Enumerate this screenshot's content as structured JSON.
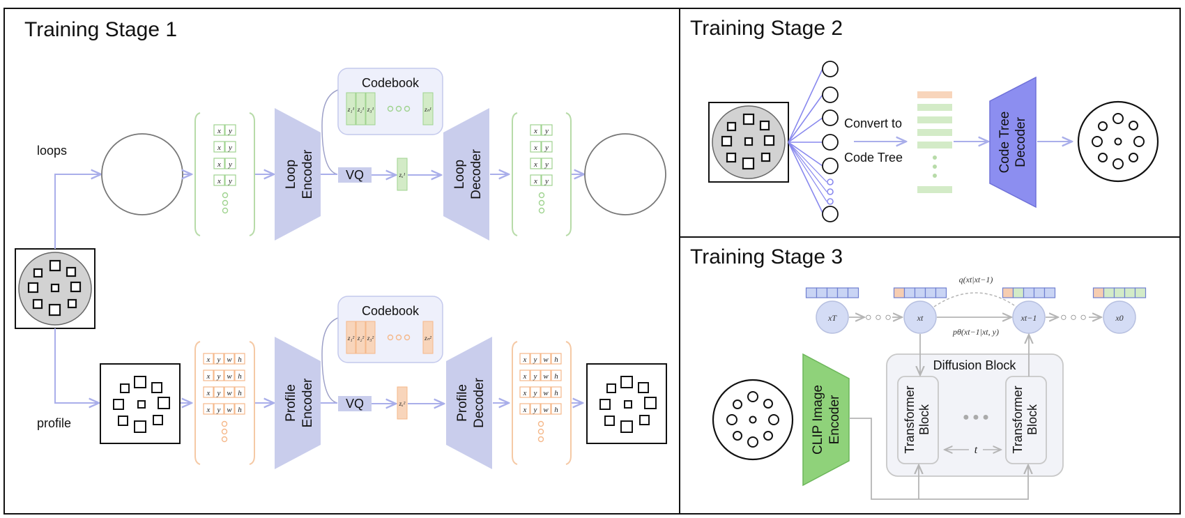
{
  "panels": {
    "stage1": {
      "title": "Training Stage 1",
      "loops_label": "loops",
      "profile_label": "profile",
      "codebook_label": "Codebook",
      "codebook_loop_entries": [
        "z₁¹",
        "z₂¹",
        "z₃¹",
        "zₙ¹"
      ],
      "codebook_profile_entries": [
        "z₁²",
        "z₂²",
        "z₃²",
        "zₙ²"
      ],
      "vq_label": "VQ",
      "loop_code": "zₓ¹",
      "profile_code": "zₓ²",
      "loop_encoder": [
        "Loop",
        "Encoder"
      ],
      "loop_decoder": [
        "Loop",
        "Decoder"
      ],
      "profile_encoder": [
        "Profile",
        "Encoder"
      ],
      "profile_decoder": [
        "Profile",
        "Decoder"
      ],
      "loop_params": [
        "x",
        "y"
      ],
      "profile_params": [
        "x",
        "y",
        "w",
        "h"
      ],
      "colors": {
        "loop_green": "#9fd38f",
        "profile_orange": "#f5b88a",
        "module_purple": "#c9cdec",
        "arrow_purple": "#a9aeea"
      }
    },
    "stage2": {
      "title": "Training Stage 2",
      "convert_label_1": "Convert to",
      "convert_label_2": "Code Tree",
      "decoder": [
        "Code Tree",
        "Decoder"
      ],
      "colors": {
        "decoder_fill": "#8c8ef0",
        "line_purple": "#8888ee"
      }
    },
    "stage3": {
      "title": "Training Stage 3",
      "states": [
        "xT",
        "xt",
        "xt−1",
        "x0"
      ],
      "forward_label": "q(xt|xt−1)",
      "reverse_label": "pθ(xt−1|xt, y)",
      "diffusion_block": "Diffusion Block",
      "transformer_block": [
        "Transformer",
        "Block"
      ],
      "t_label": "t",
      "clip_encoder": [
        "CLIP Image",
        "Encoder"
      ],
      "colors": {
        "clip_green": "#8fd27a",
        "state_blue": "#d4dcf5",
        "token_blue": "#c9d4f4",
        "token_orange": "#f6cdb1",
        "token_green": "#d3ebc7"
      }
    }
  }
}
